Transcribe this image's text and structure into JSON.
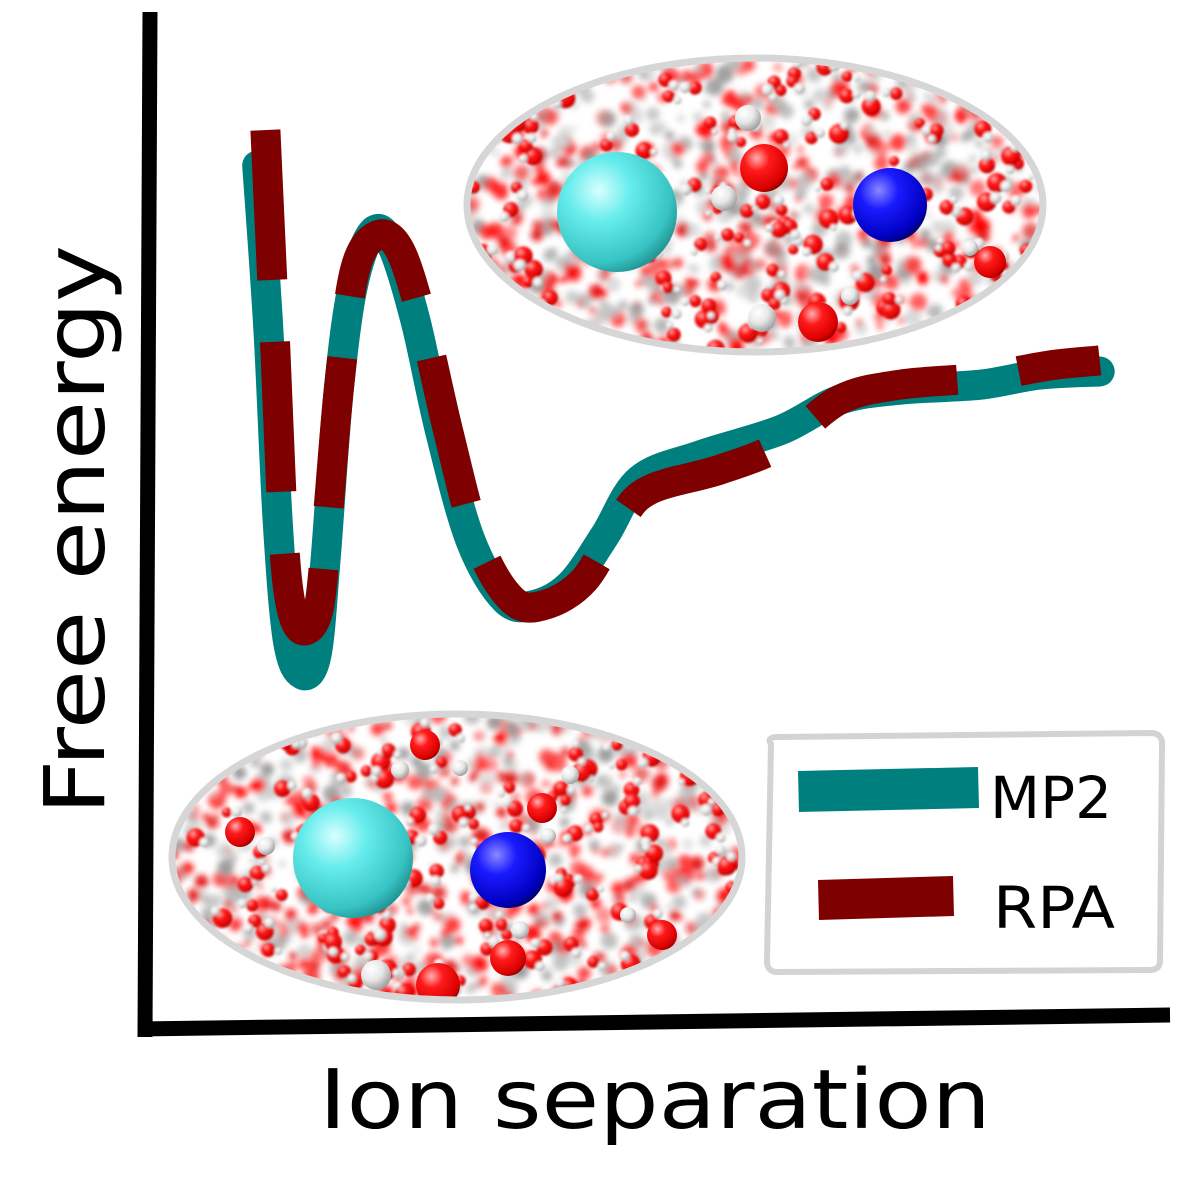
{
  "chart_data": {
    "type": "line",
    "xlabel": "Ion separation",
    "ylabel": "Free energy",
    "xlim": [
      0,
      10
    ],
    "ylim": [
      0,
      10
    ],
    "grid": false,
    "ticks": false,
    "legend": "bottom-right",
    "series": [
      {
        "name": "MP2",
        "color": "#007f7f",
        "style": "solid",
        "x": [
          1.1,
          1.21,
          1.3,
          1.4,
          1.54,
          1.68,
          1.77,
          1.89,
          2.03,
          2.23,
          2.42,
          2.65,
          2.89,
          3.19,
          3.53,
          3.82,
          4.17,
          4.51,
          4.85,
          5.44,
          6.23,
          6.81,
          7.4,
          8.19,
          8.77,
          9.36
        ],
        "y": [
          8.51,
          6.88,
          5.0,
          3.81,
          3.47,
          3.66,
          4.6,
          6.19,
          7.28,
          7.85,
          7.72,
          6.98,
          5.89,
          4.8,
          4.21,
          4.16,
          4.36,
          4.85,
          5.4,
          5.64,
          5.89,
          6.19,
          6.29,
          6.34,
          6.44,
          6.47
        ]
      },
      {
        "name": "RPA",
        "color": "#7f0000",
        "style": "dashed",
        "x": [
          1.18,
          1.27,
          1.35,
          1.42,
          1.54,
          1.7,
          1.79,
          1.91,
          2.06,
          2.28,
          2.5,
          2.72,
          2.97,
          3.26,
          3.6,
          3.92,
          4.31,
          4.66,
          4.95,
          5.64,
          6.23,
          6.81,
          7.4,
          8.19,
          8.87,
          9.36
        ],
        "y": [
          8.86,
          6.88,
          5.0,
          4.21,
          3.91,
          4.11,
          5.0,
          6.39,
          7.48,
          7.82,
          7.67,
          6.98,
          5.89,
          4.8,
          4.21,
          4.16,
          4.41,
          5.0,
          5.3,
          5.5,
          5.74,
          6.19,
          6.34,
          6.41,
          6.53,
          6.58
        ]
      }
    ]
  },
  "colors": {
    "cation": "#44d6d6",
    "anion": "#0000e0",
    "oxygen": "#ff0000",
    "hydrogen": "#e6e6e6",
    "inset_border": "#d6d6d6",
    "legend_border": "#d3d3d3"
  },
  "insets": [
    {
      "icon": "solvated-ion-pair-separated"
    },
    {
      "icon": "solvated-ion-pair-contact"
    }
  ]
}
